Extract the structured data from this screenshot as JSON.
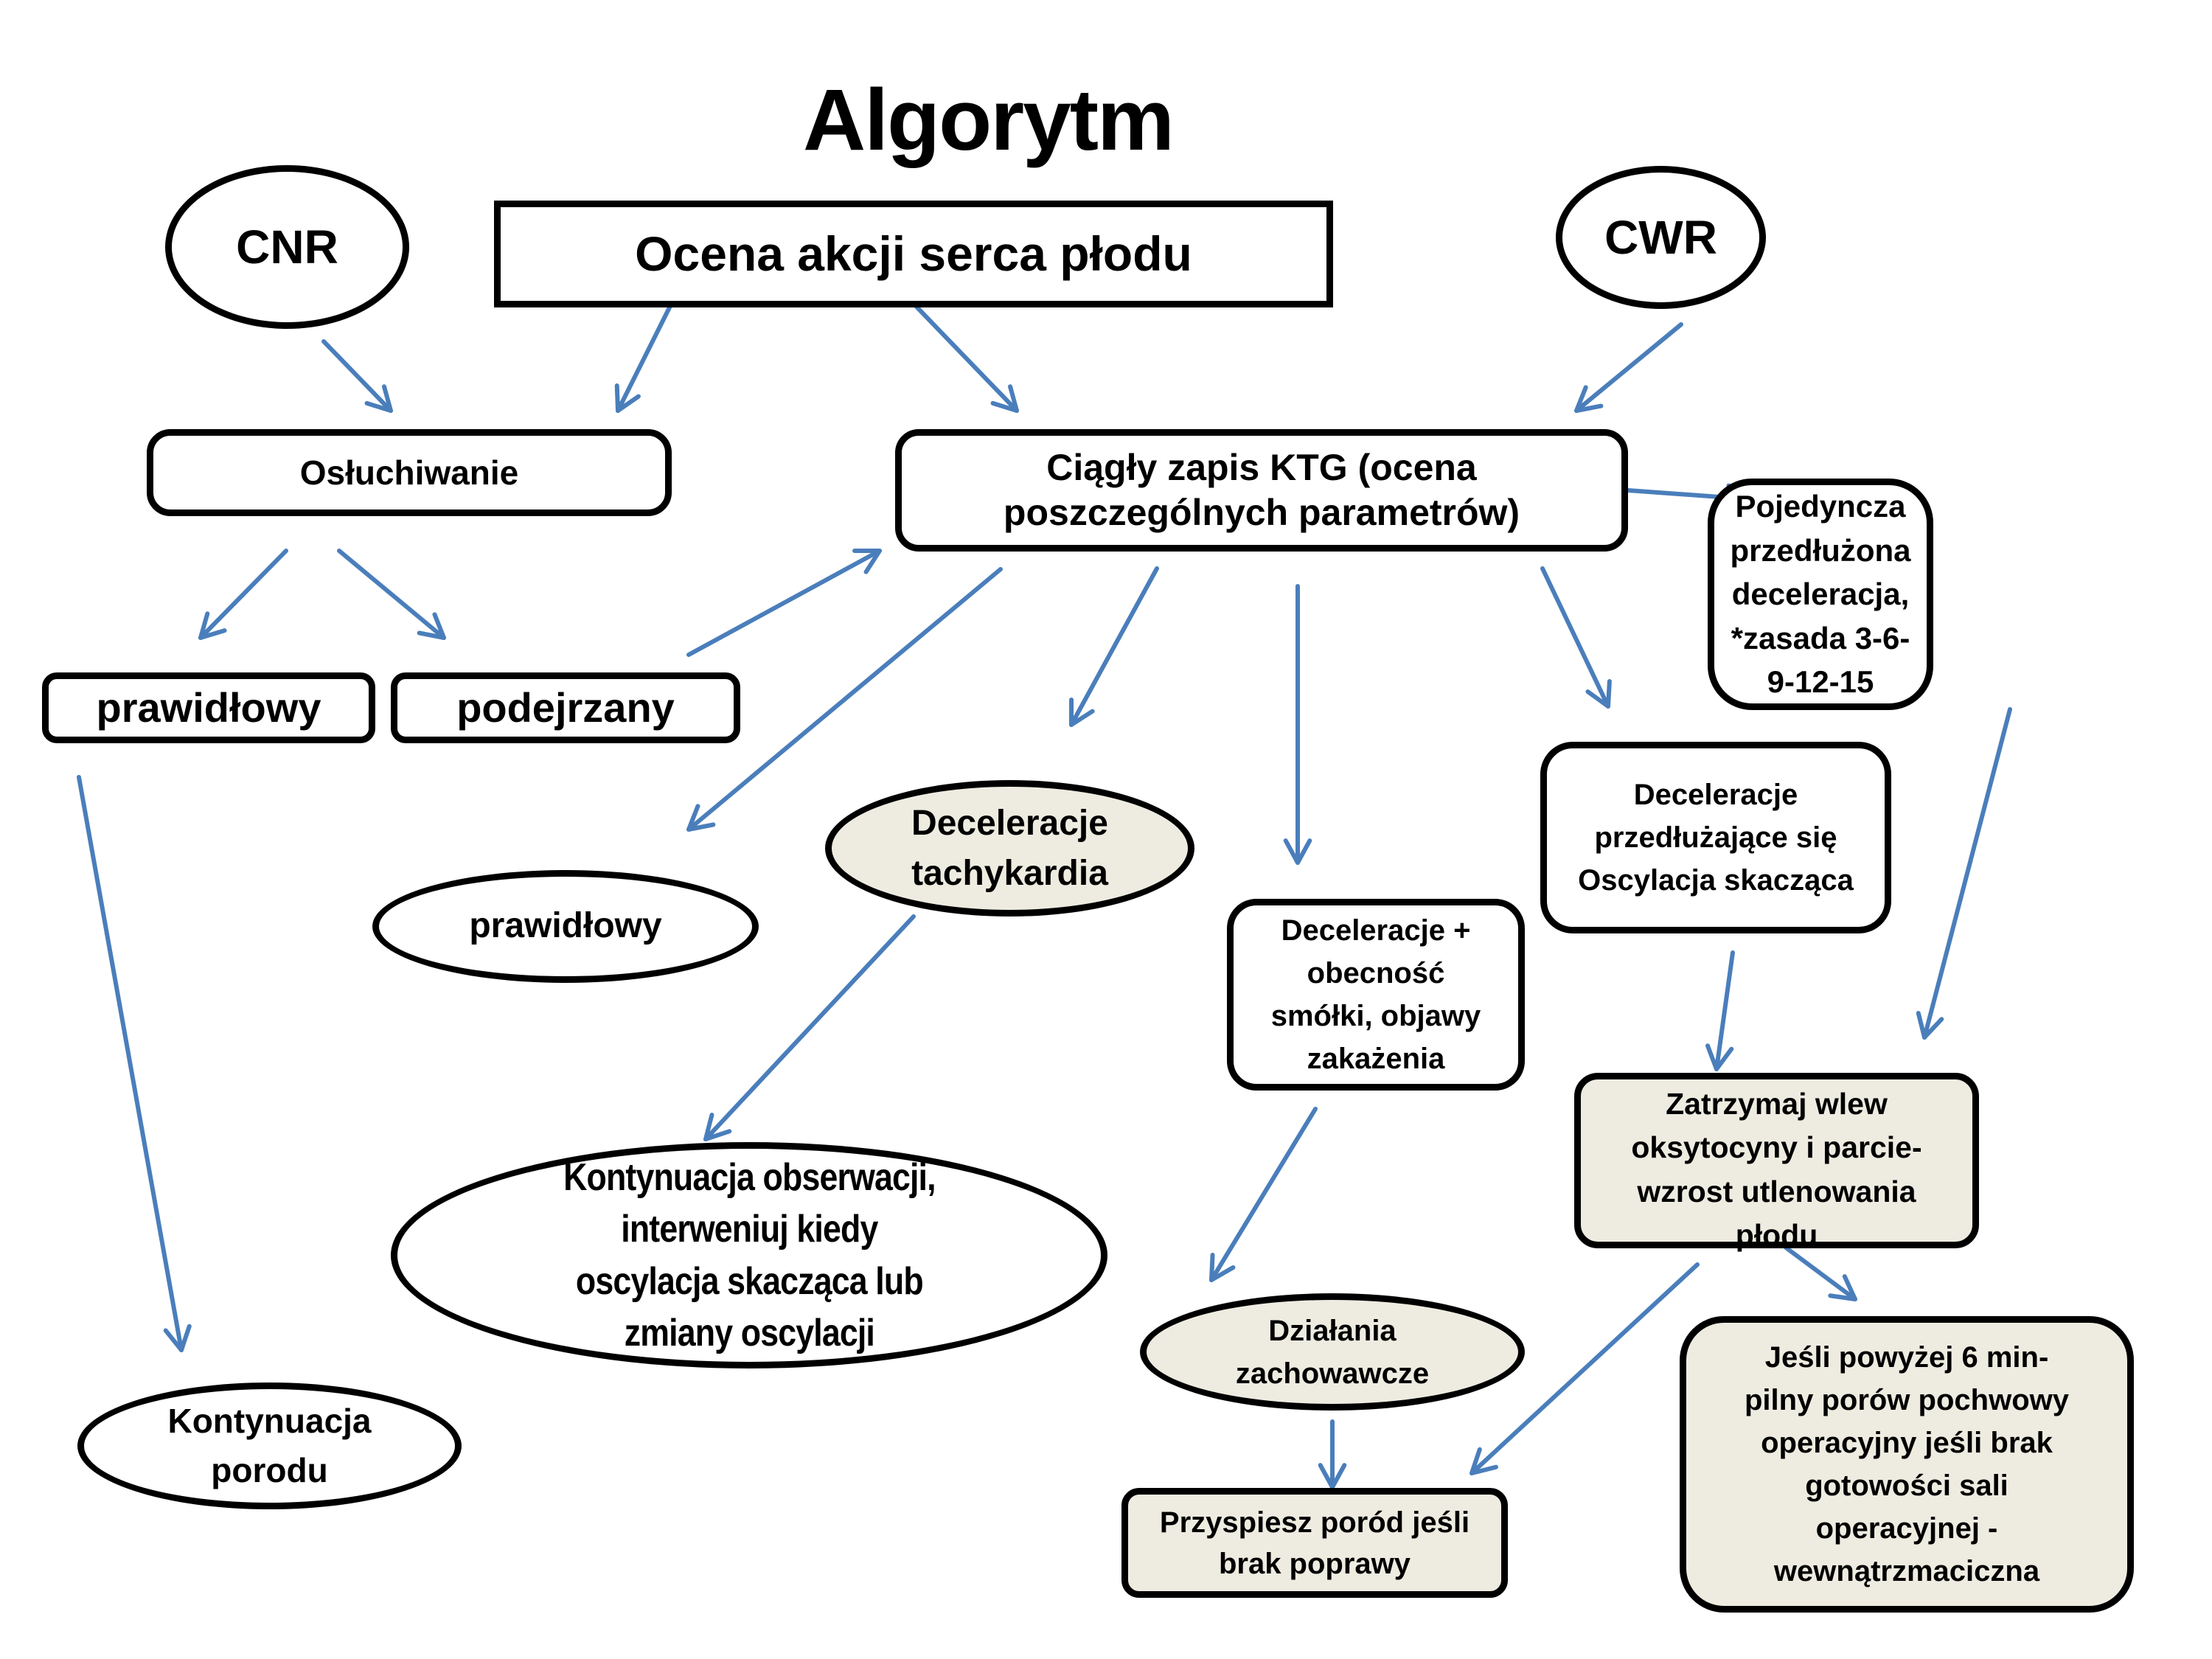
{
  "title": "Algorytm",
  "colors": {
    "arrow": "#4a7ebb",
    "highlight_fill": "#eeece1",
    "border": "#000000"
  },
  "nodes": {
    "cnr": "CNR",
    "ocena": "Ocena akcji serca płodu",
    "cwr": "CWR",
    "osluchiwanie": "Osłuchiwanie",
    "ktg": "Ciągły zapis KTG (ocena\nposzczególnych parametrów)",
    "pojedyncza": "Pojedyncza\nprzedłużona\ndeceleracja,\n*zasada 3-6-\n9-12-15",
    "prawidlowy_box": "prawidłowy",
    "podejrzany": "podejrzany",
    "decel_tachy": "Deceleracje\ntachykardia",
    "prawidlowy_ellipse": "prawidłowy",
    "decel_smolki": "Deceleracje +\nobecność\nsmółki, objawy\nzakażenia",
    "decel_przedluzajace": "Deceleracje\nprzedłużające się\nOscylacja skacząca",
    "zatrzymaj": "Zatrzymaj wlew\noksytocyny i parcie-\nwzrost utlenowania\npłodu",
    "kontynuacja_obserwacji": "Kontynuacja obserwacji,\ninterweniuj kiedy\noscylacja skacząca lub\nzmiany oscylacji",
    "kontynuacja_porodu": "Kontynuacja\nporodu",
    "dzialania": "Działania\nzachowawcze",
    "przyspiesz": "Przyspiesz poród jeśli\nbrak poprawy",
    "jesli": "Jeśli powyżej 6 min-\npilny porów pochwowy\noperacyjny jeśli brak\ngotowości sali\noperacyjnej -\nwewnątrzmaciczna"
  },
  "edges": [
    {
      "from": "cnr",
      "to": "osluchiwanie"
    },
    {
      "from": "ocena",
      "to": "osluchiwanie"
    },
    {
      "from": "ocena",
      "to": "ktg"
    },
    {
      "from": "cwr",
      "to": "ktg"
    },
    {
      "from": "ktg",
      "to": "pojedyncza"
    },
    {
      "from": "osluchiwanie",
      "to": "prawidlowy_box"
    },
    {
      "from": "osluchiwanie",
      "to": "podejrzany"
    },
    {
      "from": "podejrzany",
      "to": "ktg"
    },
    {
      "from": "ktg",
      "to": "prawidlowy_ellipse"
    },
    {
      "from": "ktg",
      "to": "decel_tachy"
    },
    {
      "from": "ktg",
      "to": "decel_smolki"
    },
    {
      "from": "ktg",
      "to": "decel_przedluzajace"
    },
    {
      "from": "prawidlowy_box",
      "to": "kontynuacja_porodu"
    },
    {
      "from": "decel_tachy",
      "to": "kontynuacja_obserwacji"
    },
    {
      "from": "decel_smolki",
      "to": "dzialania"
    },
    {
      "from": "decel_przedluzajace",
      "to": "zatrzymaj"
    },
    {
      "from": "pojedyncza",
      "to": "zatrzymaj"
    },
    {
      "from": "dzialania",
      "to": "przyspiesz"
    },
    {
      "from": "zatrzymaj",
      "to": "przyspiesz"
    },
    {
      "from": "zatrzymaj",
      "to": "jesli"
    }
  ]
}
